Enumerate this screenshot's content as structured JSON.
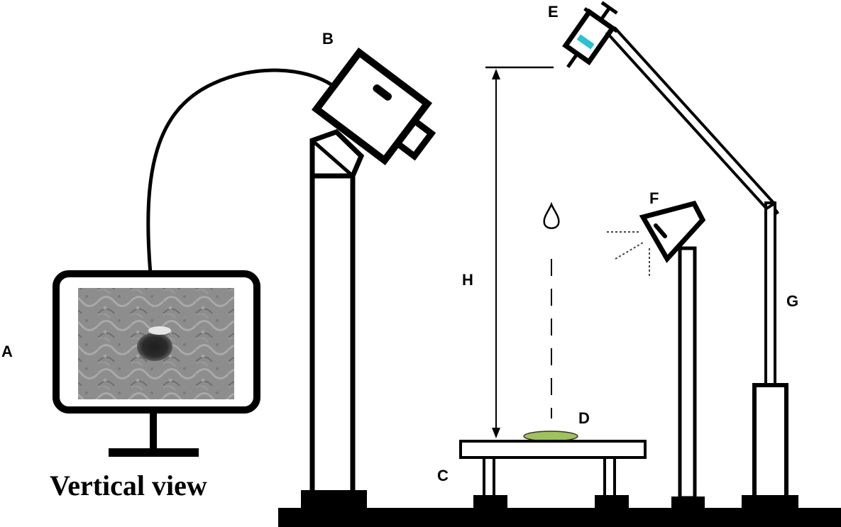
{
  "labels": {
    "monitor": "A",
    "camera": "B",
    "table": "C",
    "sample": "D",
    "syringe": "E",
    "lamp": "F",
    "stand": "G",
    "height": "H"
  },
  "caption": "Vertical view",
  "colors": {
    "line": "#000000",
    "sample": "#9fc25a",
    "syringe_fluid": "#27c4d3",
    "background": "#ffffff"
  },
  "icons": {
    "droplet": "droplet-icon",
    "screen_image": "leaf-surface-droplet-image"
  }
}
